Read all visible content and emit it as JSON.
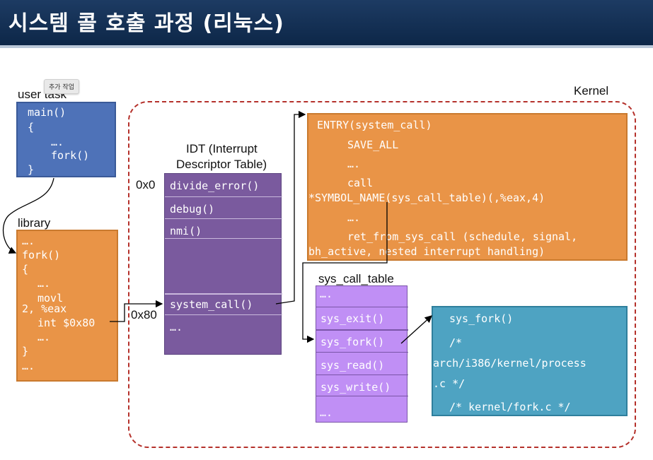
{
  "header": {
    "title": "시스템 콜 호출 과정 (리눅스)"
  },
  "tooltip": {
    "text": "추가 작업"
  },
  "labels": {
    "user_task": "user task",
    "library": "library",
    "kernel": "Kernel",
    "idt_title_1": "IDT (Interrupt",
    "idt_title_2": "Descriptor Table)",
    "addr_0x0": "0x0",
    "addr_0x80": "0x80",
    "sys_call_table": "sys_call_table"
  },
  "user_task": {
    "lines": [
      "main()",
      "{",
      "….",
      "fork()",
      "}"
    ]
  },
  "library": {
    "lines": [
      "….",
      "fork()",
      "{",
      "….",
      "movl",
      "2, %eax",
      "int $0x80",
      "….",
      "}",
      "…."
    ]
  },
  "idt": {
    "entries": [
      "divide_error()",
      "debug()",
      "nmi()",
      "",
      "system_call()",
      "…."
    ]
  },
  "entry_code": {
    "lines": [
      "ENTRY(system_call)",
      "SAVE_ALL",
      "….",
      "call",
      "*SYMBOL_NAME(sys_call_table)(,%eax,4)",
      "….",
      "ret_from_sys_call (schedule, signal,",
      "bh_active, nested interrupt handling)"
    ]
  },
  "sys_call_table": {
    "entries": [
      "….",
      "sys_exit()",
      "sys_fork()",
      "sys_read()",
      "sys_write()",
      "…."
    ]
  },
  "sys_fork": {
    "lines": [
      "sys_fork()",
      "/*",
      "arch/i386/kernel/process",
      ".c */",
      "/* kernel/fork.c */"
    ]
  },
  "colors": {
    "title_bar": "#0d2748",
    "user_task_fill": "#4e72b8",
    "library_fill": "#e99447",
    "idt_fill": "#7a5a9e",
    "entry_fill": "#e99447",
    "sys_call_table_fill": "#c08ff5",
    "sys_fork_fill": "#4ea3c2",
    "kernel_border": "#b5312b"
  }
}
